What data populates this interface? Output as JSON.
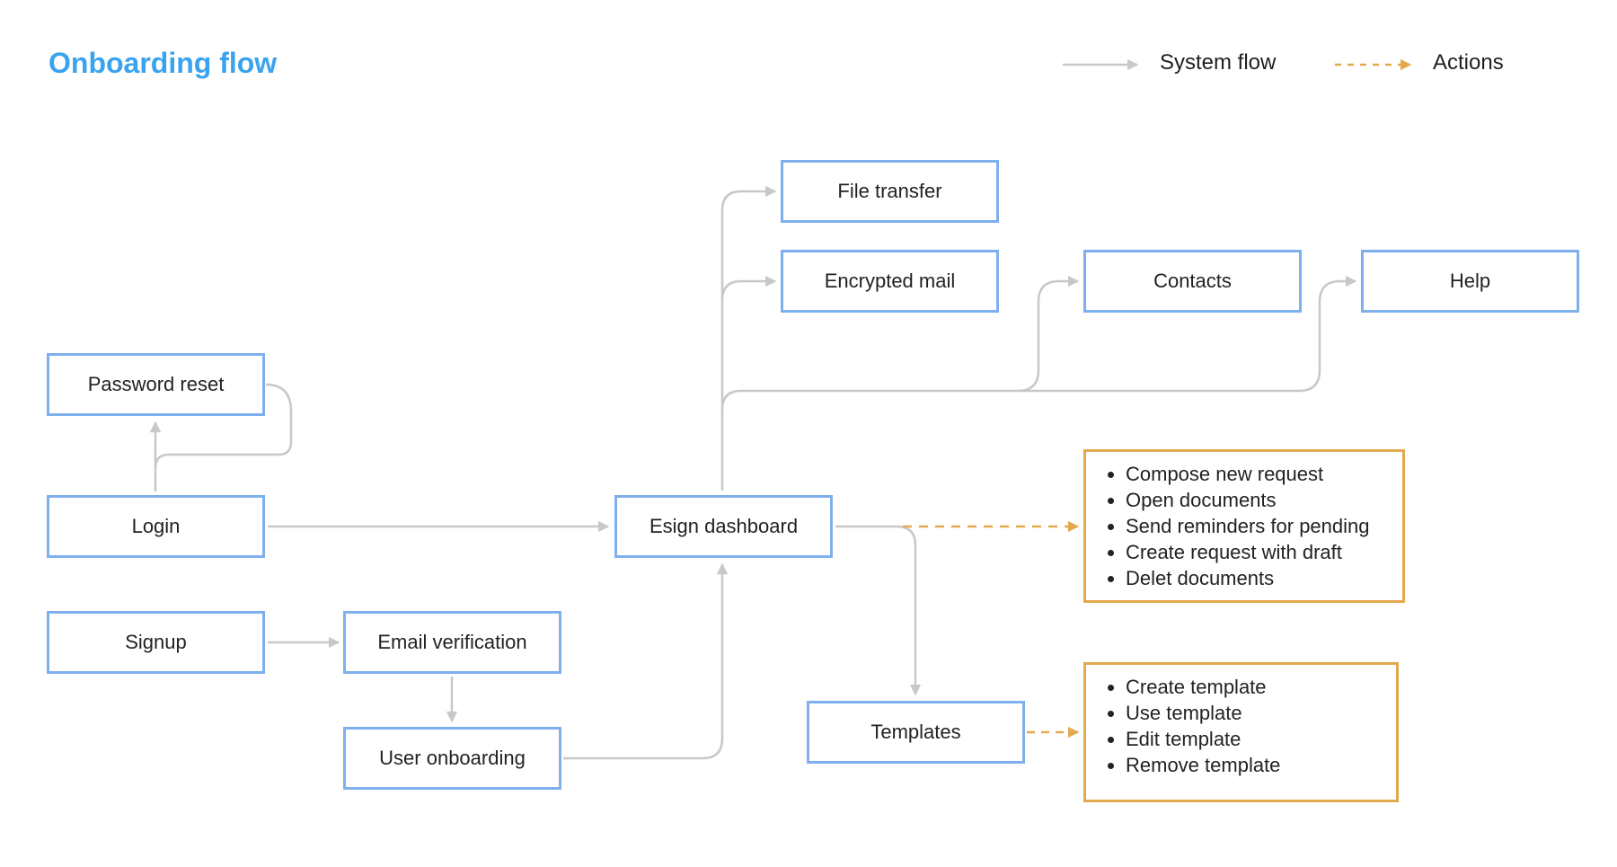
{
  "title": "Onboarding flow",
  "legend": {
    "system_flow": "System flow",
    "actions": "Actions"
  },
  "colors": {
    "title": "#3aa3f0",
    "node_border": "#7fb0ee",
    "action_border": "#e3a94e",
    "system_arrow": "#c8c8c8",
    "action_arrow": "#e3a94e"
  },
  "nodes": {
    "password_reset": "Password reset",
    "login": "Login",
    "signup": "Signup",
    "email_verification": "Email verification",
    "user_onboarding": "User onboarding",
    "esign_dashboard": "Esign dashboard",
    "file_transfer": "File transfer",
    "encrypted_mail": "Encrypted mail",
    "contacts": "Contacts",
    "help": "Help",
    "templates": "Templates"
  },
  "dashboard_actions": [
    "Compose new request",
    "Open documents",
    "Send reminders for pending",
    "Create request with draft",
    "Delet documents"
  ],
  "template_actions": [
    "Create template",
    "Use template",
    "Edit template",
    "Remove template"
  ]
}
